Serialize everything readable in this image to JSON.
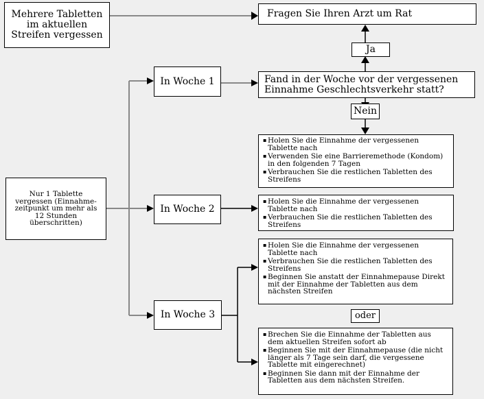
{
  "boxes": {
    "multiple_forgotten": "Mehrere Tabletten im aktuellen Streifen vergessen",
    "ask_doctor": "Fragen Sie Ihren Arzt um Rat",
    "ja": "Ja",
    "week1": "In Woche 1",
    "question": "Fand in der Woche vor der vergessenen Einnahme Geschlechtsverkehr statt?",
    "nein": "Nein",
    "single_forgotten": "Nur 1 Tablette vergessen (Einnahme-zeitpunkt um mehr als 12 Stunden überschritten)",
    "week2": "In Woche 2",
    "week3": "In Woche 3",
    "oder": "oder"
  },
  "instructions": {
    "week1": [
      "Holen Sie die Einnahme der vergessenen Tablette nach",
      "Verwenden Sie eine Barrieremethode (Kondom) in den folgenden 7 Tagen",
      "Verbrauchen Sie die restlichen Tabletten des Streifens"
    ],
    "week2": [
      "Holen Sie die Einnahme der vergessenen Tablette nach",
      "Verbrauchen Sie die restlichen Tabletten des Streifens"
    ],
    "week3_a": [
      "Holen Sie die Einnahme der vergessenen Tablette nach",
      "Verbrauchen Sie die restlichen Tabletten des Streifens",
      "Beginnen Sie anstatt der Einnahmepause Direkt mit der Einnahme der Tabletten aus dem nächsten Streifen"
    ],
    "week3_b": [
      "Brechen Sie die Einnahme der Tabletten aus dem aktuellen Streifen sofort ab",
      "Beginnen Sie mit der Einnahmepause (die nicht länger als 7 Tage sein darf, die vergessene Tablette mit eingerechnet)",
      "Beginnen Sie dann mit der Einnahme der Tabletten aus dem nächsten Streifen."
    ]
  }
}
